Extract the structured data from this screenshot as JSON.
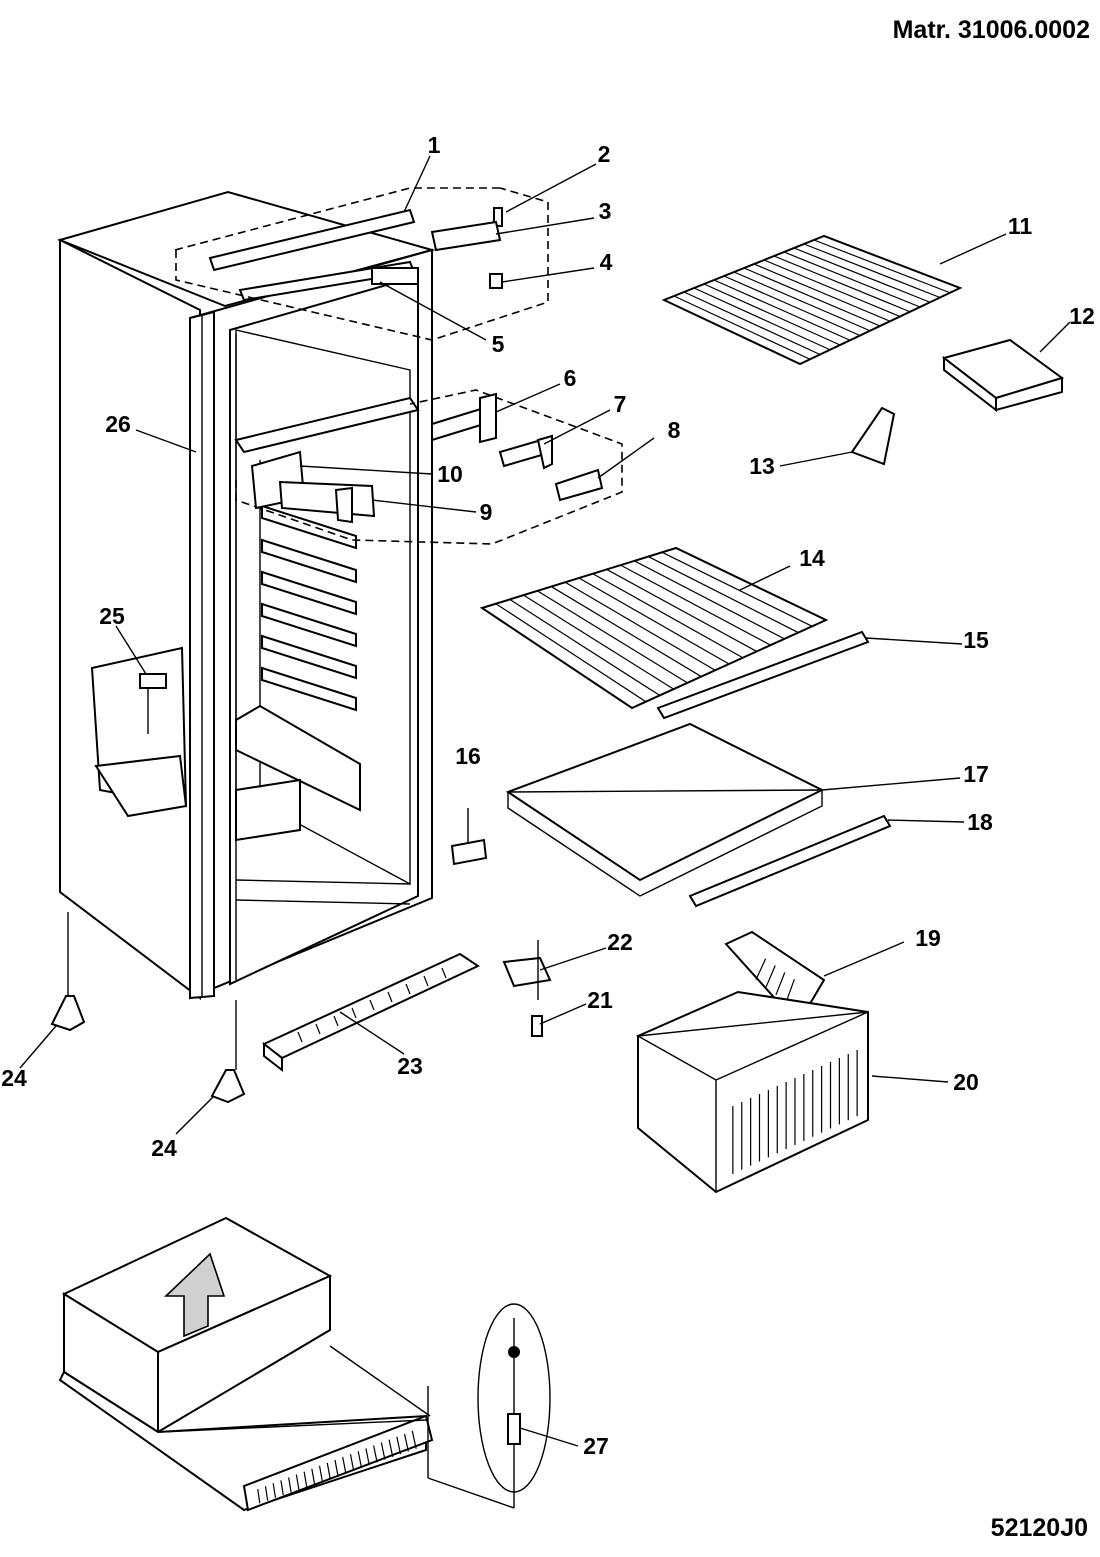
{
  "header": {
    "model_code": "Matr. 31006.0002"
  },
  "footer": {
    "drawing_code": "52120J0"
  },
  "callouts": {
    "p1": "1",
    "p2": "2",
    "p3": "3",
    "p4": "4",
    "p5": "5",
    "p6": "6",
    "p7": "7",
    "p8": "8",
    "p9": "9",
    "p10": "10",
    "p11": "11",
    "p12": "12",
    "p13": "13",
    "p14": "14",
    "p15": "15",
    "p16": "16",
    "p17": "17",
    "p18": "18",
    "p19": "19",
    "p20": "20",
    "p21": "21",
    "p22": "22",
    "p23": "23",
    "p24a": "24",
    "p24b": "24",
    "p25": "25",
    "p26": "26",
    "p27": "27"
  }
}
